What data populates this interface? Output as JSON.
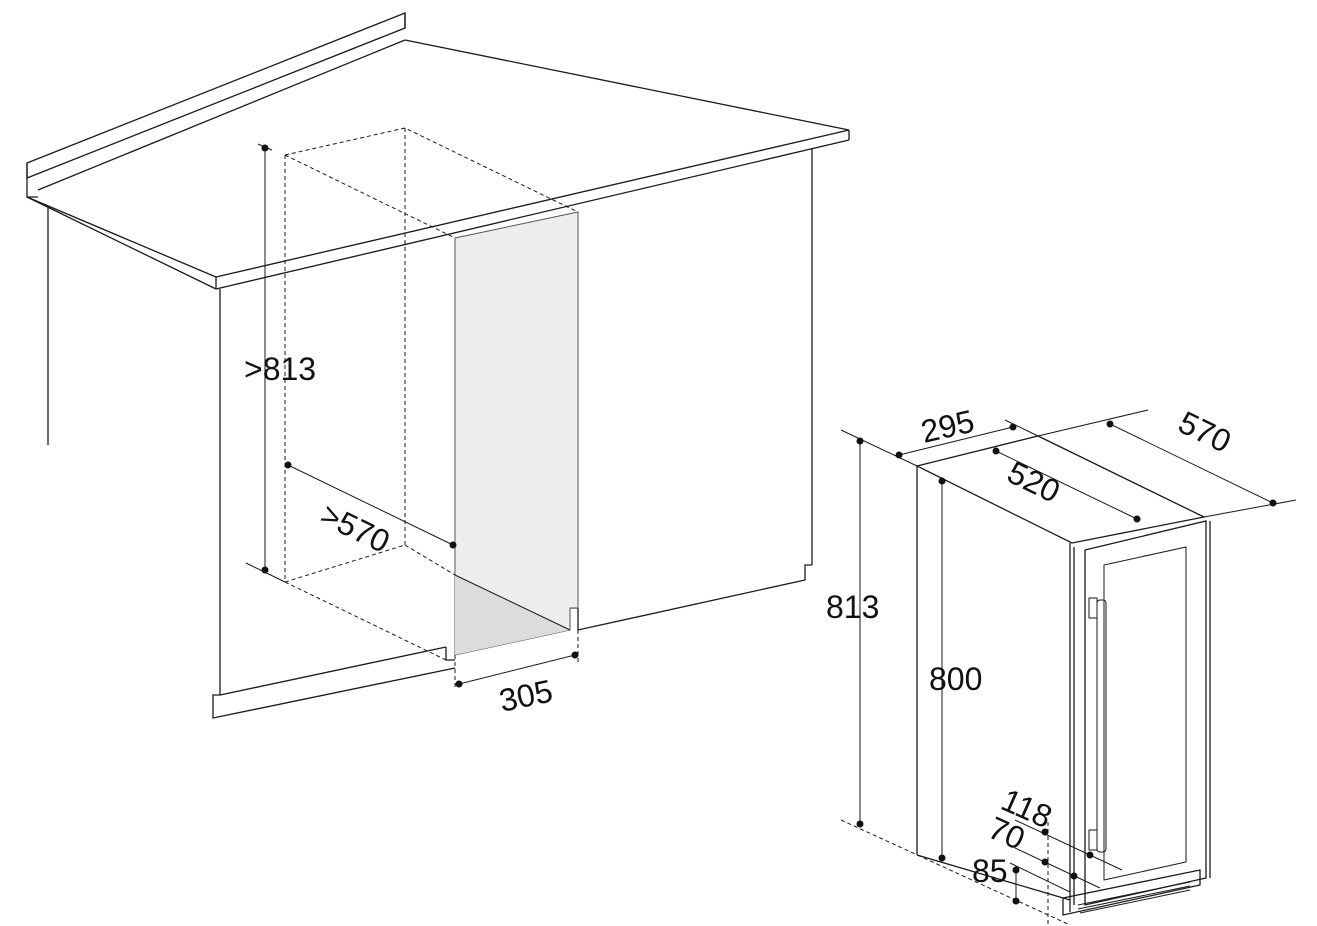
{
  "diagram": {
    "type": "installation-dimensions",
    "colors": {
      "line": "#1a1a1a",
      "niche_fill": "#ededed",
      "niche_floor": "#dcdcdc"
    },
    "cabinet_niche": {
      "labels": {
        "height": ">813",
        "depth": ">570",
        "width": "305"
      }
    },
    "appliance": {
      "labels": {
        "total_height": "813",
        "body_height": "800",
        "width": "295",
        "body_depth": "520",
        "total_depth": "570",
        "dim_118": "118",
        "dim_70": "70",
        "dim_85": "85"
      }
    }
  }
}
